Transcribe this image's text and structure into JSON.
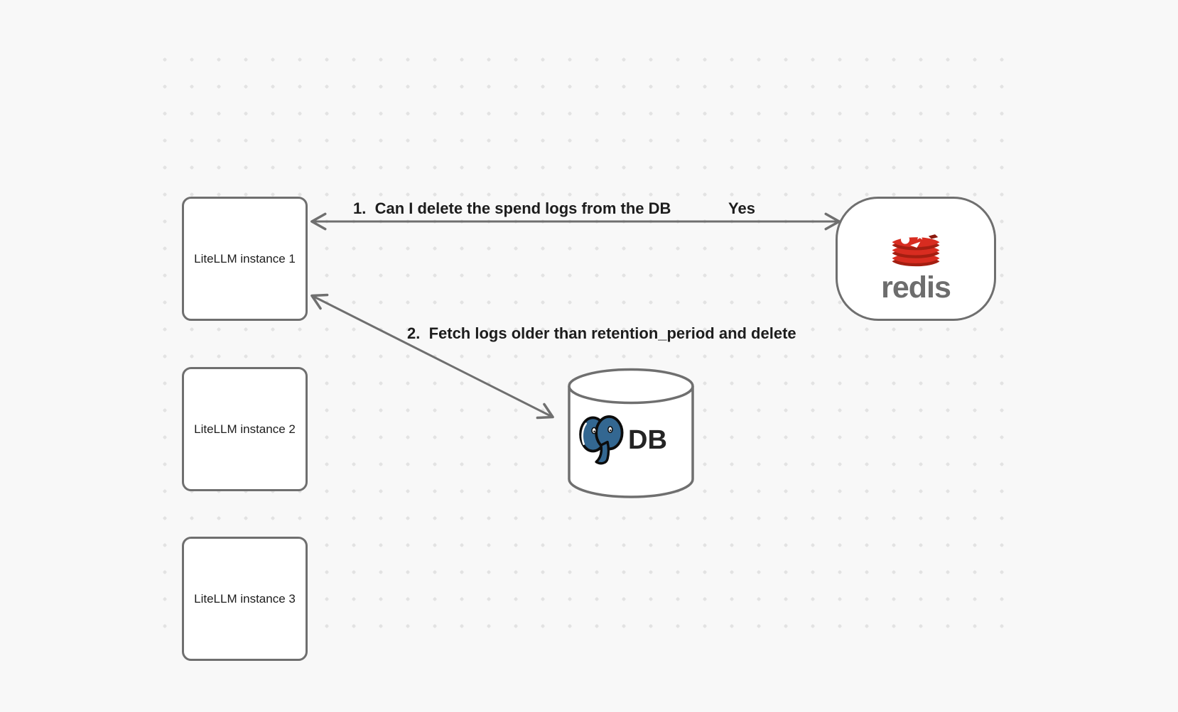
{
  "canvas": {
    "background_color": "#f8f8f8",
    "dot_color": "#e3e3e3",
    "stroke_color": "#6f6f6f",
    "text_color": "#1d1d1d"
  },
  "instances": [
    {
      "label": "LiteLLM instance 1"
    },
    {
      "label": "LiteLLM instance 2"
    },
    {
      "label": "LiteLLM instance 3"
    }
  ],
  "redis_node": {
    "wordmark": "redis",
    "wordmark_color": "#6d6d6d",
    "logo_red": "#d82c20",
    "logo_dark_red": "#a41e11"
  },
  "db_node": {
    "label": "DB",
    "postgres_blue": "#336791"
  },
  "arrows": [
    {
      "label": "1.  Can I delete the spend logs from the DB",
      "response": "Yes",
      "direction": "bidirectional"
    },
    {
      "label": "2.  Fetch logs older than retention_period and delete",
      "direction": "bidirectional"
    }
  ]
}
